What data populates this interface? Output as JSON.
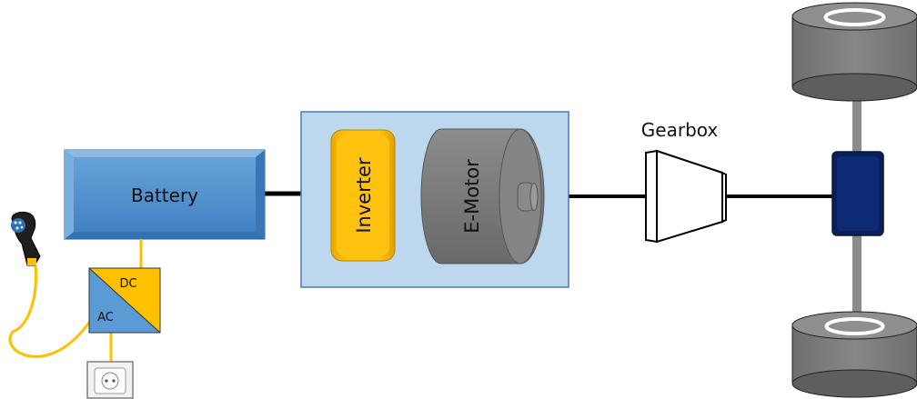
{
  "labels": {
    "battery": "Battery",
    "inverter": "Inverter",
    "emotor": "E-Motor",
    "gearbox": "Gearbox",
    "dc": "DC",
    "ac": "AC"
  },
  "colors": {
    "battery": "#5b9bd5",
    "inverter": "#ffc000",
    "motor": "#7f7f7f",
    "wheel": "#7f7f7f",
    "drive_panel": "#bdd7ee",
    "differential": "#002060",
    "shaft": "#000000",
    "cable": "#ffc000"
  },
  "icons": {
    "charger_plug": "charging-plug-icon",
    "socket": "wall-socket-icon"
  }
}
